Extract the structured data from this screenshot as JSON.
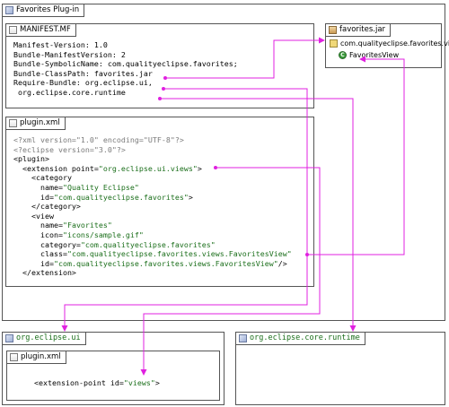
{
  "outer": {
    "title": "Favorites Plug-in"
  },
  "manifest": {
    "title": "MANIFEST.MF",
    "lines": [
      "Manifest-Version: 1.0",
      "Bundle-ManifestVersion: 2",
      "Bundle-SymbolicName: com.qualityeclipse.favorites;",
      "Bundle-ClassPath: favorites.jar",
      "Require-Bundle: org.eclipse.ui,",
      " org.eclipse.core.runtime"
    ]
  },
  "jar": {
    "title": "favorites.jar",
    "package": "com.qualityeclipse.favorites.views",
    "class": "FavoritesView",
    "class_icon_letter": "C"
  },
  "pluginxml": {
    "title": "plugin.xml",
    "xml_decl": "<?xml version=\"1.0\" encoding=\"UTF-8\"?>",
    "eclipse_decl": "<?eclipse version=\"3.0\"?>",
    "plugin_open": "<plugin>",
    "ext_open_prefix": "  <extension point=",
    "ext_point": "\"org.eclipse.ui.views\"",
    "ext_open_suffix": ">",
    "category_open": "    <category",
    "cat_name_attr": "      name=",
    "cat_name_val": "\"Quality Eclipse\"",
    "cat_id_attr": "      id=",
    "cat_id_val": "\"com.qualityeclipse.favorites\"",
    "cat_id_end": ">",
    "category_close": "    </category>",
    "view_open": "    <view",
    "view_name_attr": "      name=",
    "view_name_val": "\"Favorites\"",
    "view_icon_attr": "      icon=",
    "view_icon_val": "\"icons/sample.gif\"",
    "view_cat_attr": "      category=",
    "view_cat_val": "\"com.qualityeclipse.favorites\"",
    "view_class_attr": "      class=",
    "view_class_val": "\"com.qualityeclipse.favorites.views.FavoritesView\"",
    "view_id_attr": "      id=",
    "view_id_val": "\"com.qualityeclipse.favorites.views.FavoritesView\"",
    "view_id_end": "/>",
    "ext_close": "  </extension>"
  },
  "ui_plugin": {
    "title": "org.eclipse.ui",
    "inner_title": "plugin.xml",
    "ext_point_prefix": "<extension-point id=",
    "ext_point_id": "\"views\"",
    "ext_point_suffix": ">"
  },
  "runtime_plugin": {
    "title": "org.eclipse.core.runtime"
  },
  "colors": {
    "arrow": "#e020e0",
    "string": "#1a6e1a",
    "comment": "#7a7a7a"
  }
}
